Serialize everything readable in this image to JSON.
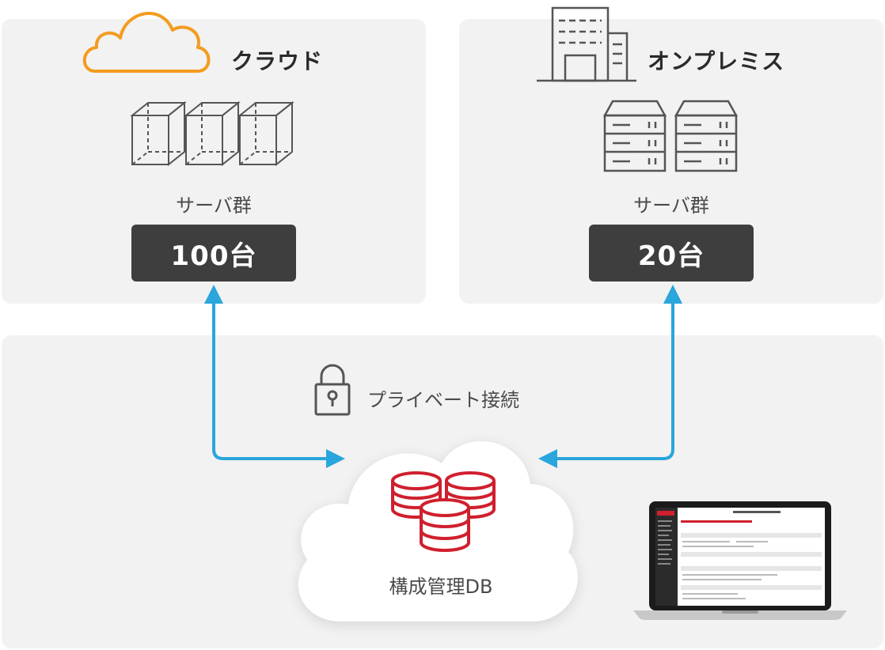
{
  "cloud_panel": {
    "title": "クラウド",
    "group_label": "サーバ群",
    "count": "100台"
  },
  "onprem_panel": {
    "title": "オンプレミス",
    "group_label": "サーバ群",
    "count": "20台"
  },
  "connection": {
    "label": "プライベート接続"
  },
  "cmdb": {
    "label": "構成管理DB"
  },
  "colors": {
    "accent_orange": "#f39c1f",
    "arrow_blue": "#29a6dc",
    "db_red": "#d01f2e",
    "badge_dark": "#3e3e3e"
  }
}
